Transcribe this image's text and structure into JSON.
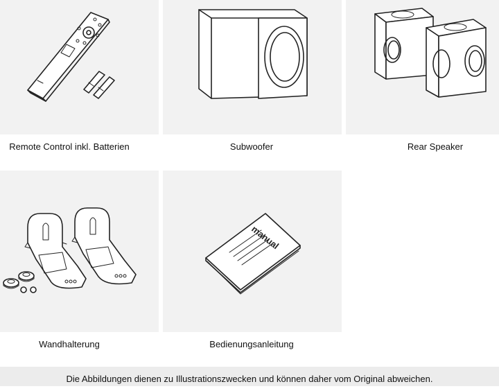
{
  "items": [
    {
      "label": "Remote Control  inkl. Batterien",
      "icon": "remote-control-icon"
    },
    {
      "label": "Subwoofer",
      "icon": "subwoofer-icon"
    },
    {
      "label": "Rear Speaker",
      "icon": "rear-speaker-icon"
    },
    {
      "label": "Wandhalterung",
      "icon": "wall-bracket-icon"
    },
    {
      "label": "Bedienungsanleitung",
      "icon": "manual-icon"
    }
  ],
  "manual_cover_text": "manual",
  "footer_note": "Die Abbildungen dienen zu Illustrationszwecken und können daher vom Original abweichen."
}
